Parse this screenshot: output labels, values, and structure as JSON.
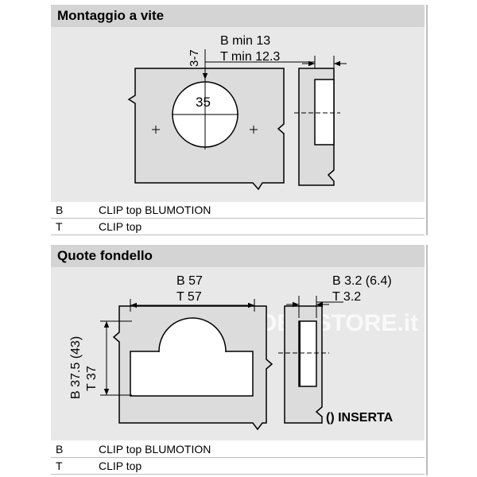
{
  "section1": {
    "title": "Montaggio a vite",
    "dim_label_vertical": "3-7",
    "dim_b": "B min 13",
    "dim_t": "T min 12.3",
    "diameter": "35",
    "legend": [
      {
        "key": "B",
        "text": "CLIP top BLUMOTION"
      },
      {
        "key": "T",
        "text": "CLIP top"
      }
    ]
  },
  "section2": {
    "title": "Quote fondello",
    "width_b": "B 57",
    "width_t": "T 57",
    "height_b": "B 37.5 (43)",
    "height_t": "T 37",
    "depth_b": "B 3.2 (6.4)",
    "depth_t": "T 3.2",
    "note": "() INSERTA",
    "watermark": "MOBILSTORE.it",
    "legend": [
      {
        "key": "B",
        "text": "CLIP top BLUMOTION"
      },
      {
        "key": "T",
        "text": "CLIP top"
      }
    ]
  },
  "colors": {
    "header_bg": "#d4d4d4",
    "diagram_bg": "#e8e8e8",
    "part_fill": "#dcdcdc",
    "line": "#000000"
  }
}
